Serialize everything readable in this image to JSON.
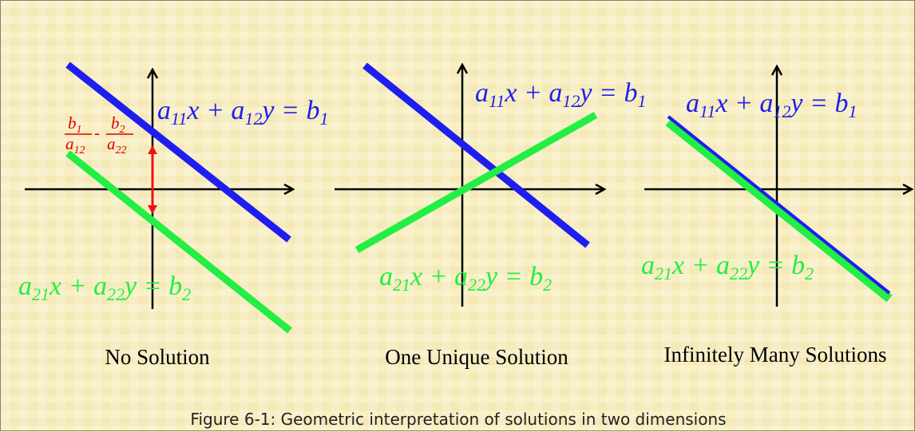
{
  "colors": {
    "line1": "#1e1ef0",
    "line2": "#22ee44",
    "difference_arrow": "#ee1111",
    "axes": "#000000"
  },
  "panels": [
    {
      "caption": "No Solution",
      "eq1": {
        "a1": "a",
        "s1": "11",
        "x": "x + ",
        "a2": "a",
        "s2": "12",
        "y": "y = ",
        "b": "b",
        "sb": "1"
      },
      "eq2": {
        "a1": "a",
        "s1": "21",
        "x": "x + ",
        "a2": "a",
        "s2": "22",
        "y": "y = ",
        "b": "b",
        "sb": "2"
      },
      "annotation": {
        "num1": "b",
        "num1_sub": "1",
        "den1": "a",
        "den1_sub": "12",
        "sep": "-",
        "num2": "b",
        "num2_sub": "2",
        "den2": "a",
        "den2_sub": "22"
      }
    },
    {
      "caption": "One Unique Solution",
      "eq1": {
        "a1": "a",
        "s1": "11",
        "x": "x + ",
        "a2": "a",
        "s2": "12",
        "y": "y = ",
        "b": "b",
        "sb": "1"
      },
      "eq2": {
        "a1": "a",
        "s1": "21",
        "x": "x + ",
        "a2": "a",
        "s2": "22",
        "y": "y = ",
        "b": "b",
        "sb": "2"
      }
    },
    {
      "caption": "Infinitely Many Solutions",
      "eq1": {
        "a1": "a",
        "s1": "11",
        "x": "x + ",
        "a2": "a",
        "s2": "12",
        "y": "y = ",
        "b": "b",
        "sb": "1"
      },
      "eq2": {
        "a1": "a",
        "s1": "21",
        "x": "x + ",
        "a2": "a",
        "s2": "22",
        "y": "y = ",
        "b": "b",
        "sb": "2"
      }
    }
  ],
  "figure_caption": "Figure 6-1: Geometric interpretation of solutions in two dimensions"
}
